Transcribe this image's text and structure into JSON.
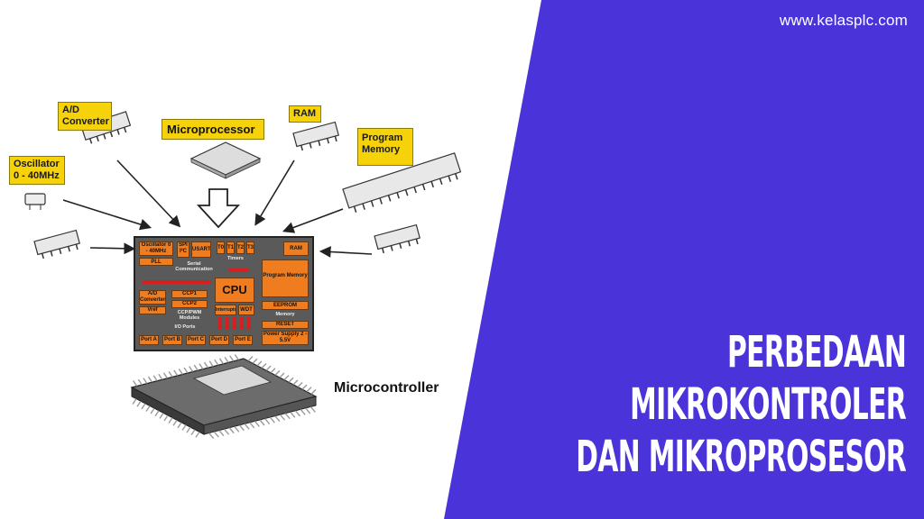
{
  "site": {
    "url": "www.kelasplc.com"
  },
  "headline": {
    "lines": [
      "PERBEDAAN",
      "MIKROKONTROLER",
      "DAN MIKROPROSESOR"
    ]
  },
  "colors": {
    "accent_panel": "#4a34d9",
    "label_bg": "#f5d20a",
    "block_orange": "#ef7d1f"
  },
  "components": {
    "ad_converter": "A/D\nConverter",
    "oscillator": "Oscillator\n0 - 40MHz",
    "microprocessor": "Microprocessor",
    "ram": "RAM",
    "program_memory": "Program\nMemory"
  },
  "microcontroller_label": "Microcontroller",
  "chip_blocks": {
    "oscillator": "Oscillator 0 - 40MHz",
    "pll": "PLL",
    "spi": "SPI I²C",
    "usart": "USART",
    "t0": "T0",
    "t1": "T1",
    "t2": "T2",
    "t3": "T3",
    "serial_comm": "Serial Communication",
    "timers": "Timers",
    "ram": "RAM",
    "program_memory": "Program Memory",
    "cpu": "CPU",
    "ad_converter": "A/D Converter",
    "ccp1": "CCP1",
    "ccp2": "CCP2",
    "vref": "Vref",
    "ccp_modules": "CCP/PWM Modules",
    "interrupts": "Interrupts",
    "wdt": "WDT",
    "eeprom": "EEPROM",
    "memory": "Memory",
    "io_ports": "I/O Ports",
    "reset": "RESET",
    "power": "Power Supply 2 - 5.5V",
    "ports": [
      "Port A",
      "Port B",
      "Port C",
      "Port D",
      "Port E"
    ]
  }
}
